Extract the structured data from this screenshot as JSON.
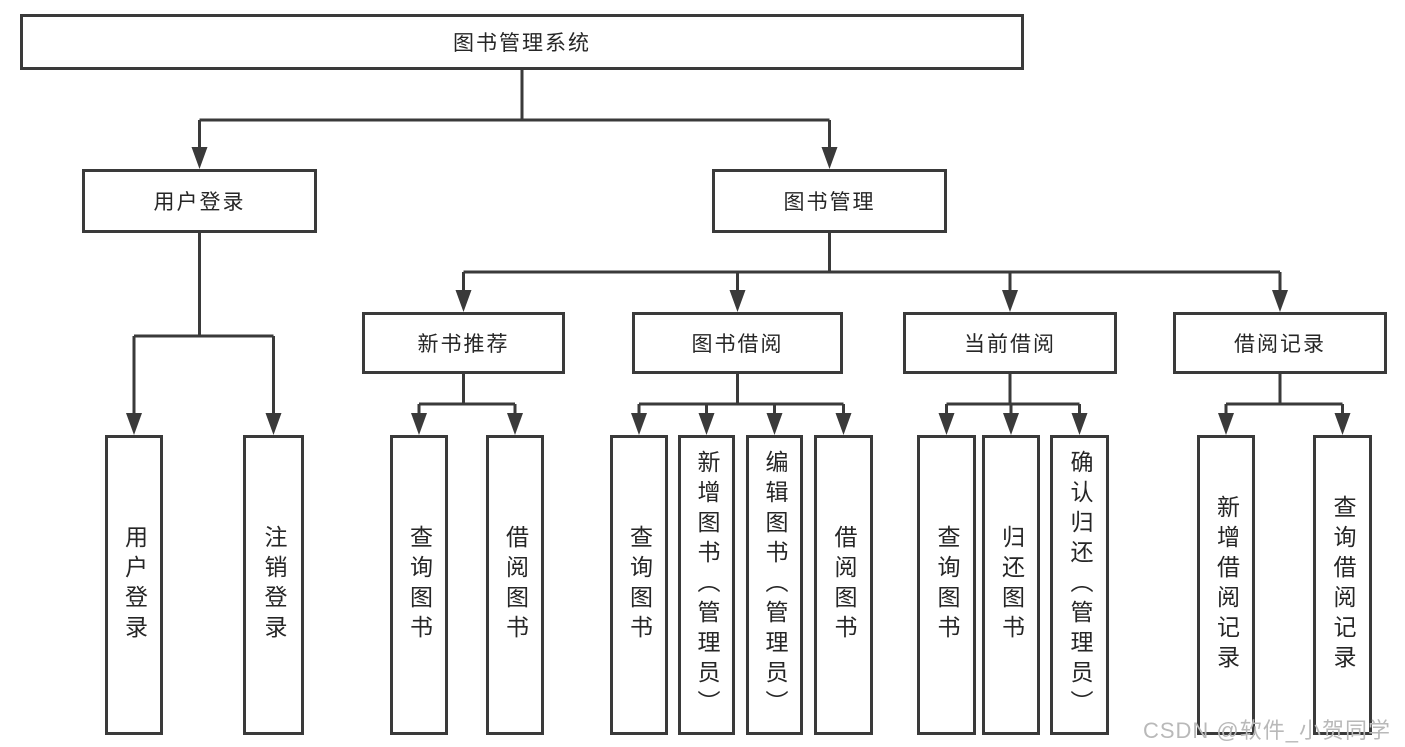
{
  "diagram": {
    "root": {
      "label": "图书管理系统"
    },
    "children": [
      {
        "label": "用户登录",
        "children": [
          {
            "label": "用户登录"
          },
          {
            "label": "注销登录"
          }
        ]
      },
      {
        "label": "图书管理",
        "children": [
          {
            "label": "新书推荐",
            "children": [
              {
                "label": "查询图书"
              },
              {
                "label": "借阅图书"
              }
            ]
          },
          {
            "label": "图书借阅",
            "children": [
              {
                "label": "查询图书"
              },
              {
                "label": "新增图书（管理员）"
              },
              {
                "label": "编辑图书（管理员）"
              },
              {
                "label": "借阅图书"
              }
            ]
          },
          {
            "label": "当前借阅",
            "children": [
              {
                "label": "查询图书"
              },
              {
                "label": "归还图书"
              },
              {
                "label": "确认归还（管理员）"
              }
            ]
          },
          {
            "label": "借阅记录",
            "children": [
              {
                "label": "新增借阅记录"
              },
              {
                "label": "查询借阅记录"
              }
            ]
          }
        ]
      }
    ]
  },
  "watermark": {
    "text": "CSDN @软件_小贺同学"
  },
  "colors": {
    "line": "#3a3a3a",
    "text": "#262626",
    "watermark": "#b9b9b9",
    "bg": "#ffffff"
  }
}
